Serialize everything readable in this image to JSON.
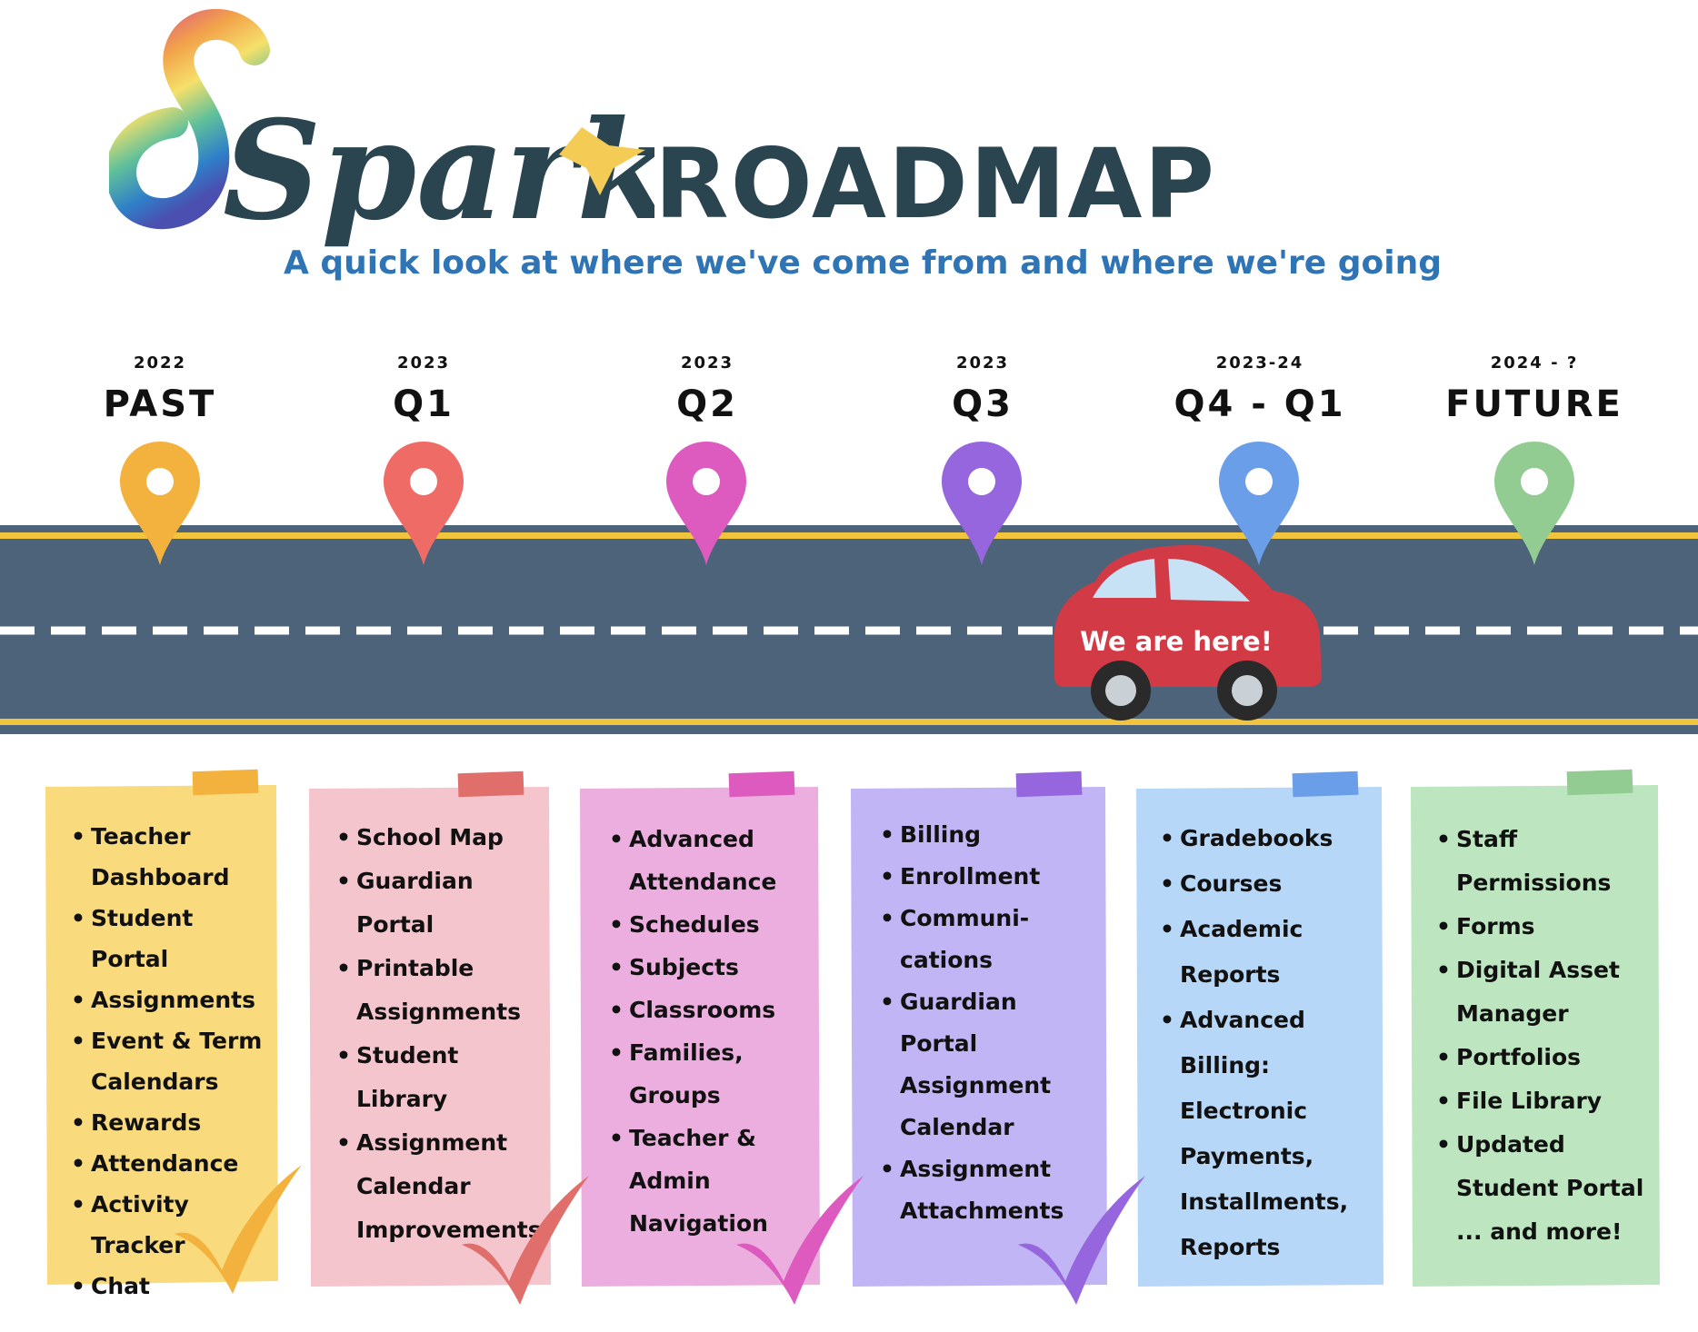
{
  "header": {
    "logo_text": "Spark",
    "title": "ROADMAP",
    "subtitle": "A quick look at where we've come from and where we're going"
  },
  "road": {
    "car_label": "We are here!"
  },
  "colors": {
    "road": "#4d637a",
    "road_line": "#f0c43c",
    "title": "#2a4550",
    "subtitle": "#2f74b5",
    "car": "#d23b45"
  },
  "milestones": [
    {
      "year": "2022",
      "label": "PAST",
      "pin_color": "#f2b23d"
    },
    {
      "year": "2023",
      "label": "Q1",
      "pin_color": "#ee6b66"
    },
    {
      "year": "2023",
      "label": "Q2",
      "pin_color": "#dd5bbf"
    },
    {
      "year": "2023",
      "label": "Q3",
      "pin_color": "#9566dd"
    },
    {
      "year": "2023-24",
      "label": "Q4 - Q1",
      "pin_color": "#6b9ee8"
    },
    {
      "year": "2024 - ?",
      "label": "FUTURE",
      "pin_color": "#93cc93"
    }
  ],
  "notes": [
    {
      "color": "#f9da7c",
      "tape": "#f2b23d",
      "check": "#f2b23d",
      "completed": true,
      "items": [
        "Teacher\nDashboard",
        "Student Portal",
        "Assignments",
        "Event & Term\nCalendars",
        "Rewards",
        "Attendance",
        "Activity\nTracker",
        "Chat"
      ]
    },
    {
      "color": "#f5c5cd",
      "tape": "#e06f6b",
      "check": "#e06f6b",
      "completed": true,
      "items": [
        "School Map",
        "Guardian\nPortal",
        "Printable\nAssignments",
        "Student\nLibrary",
        "Assignment\nCalendar\nImprovements"
      ]
    },
    {
      "color": "#ecaedf",
      "tape": "#dd5bbf",
      "check": "#dd5bbf",
      "completed": true,
      "items": [
        "Advanced\nAttendance",
        "Schedules",
        "Subjects",
        "Classrooms",
        "Families,\nGroups",
        "Teacher &\nAdmin\nNavigation"
      ]
    },
    {
      "color": "#c1b5f6",
      "tape": "#9566dd",
      "check": "#9566dd",
      "completed": true,
      "items": [
        "Billing",
        "Enrollment",
        "Communi-\ncations",
        "Guardian Portal\nAssignment\nCalendar",
        "Assignment\nAttachments"
      ]
    },
    {
      "color": "#b7d7f9",
      "tape": "#6b9ee8",
      "check": "",
      "completed": false,
      "items": [
        "Gradebooks",
        "Courses",
        "Academic\nReports",
        "Advanced\nBilling:\nElectronic\nPayments,\nInstallments,\nReports"
      ]
    },
    {
      "color": "#bde6c0",
      "tape": "#93cc93",
      "check": "",
      "completed": false,
      "items": [
        "Staff\nPermissions",
        "Forms",
        "Digital Asset\nManager",
        "Portfolios",
        "File Library",
        "Updated\nStudent Portal"
      ],
      "extra": "... and more!"
    }
  ]
}
